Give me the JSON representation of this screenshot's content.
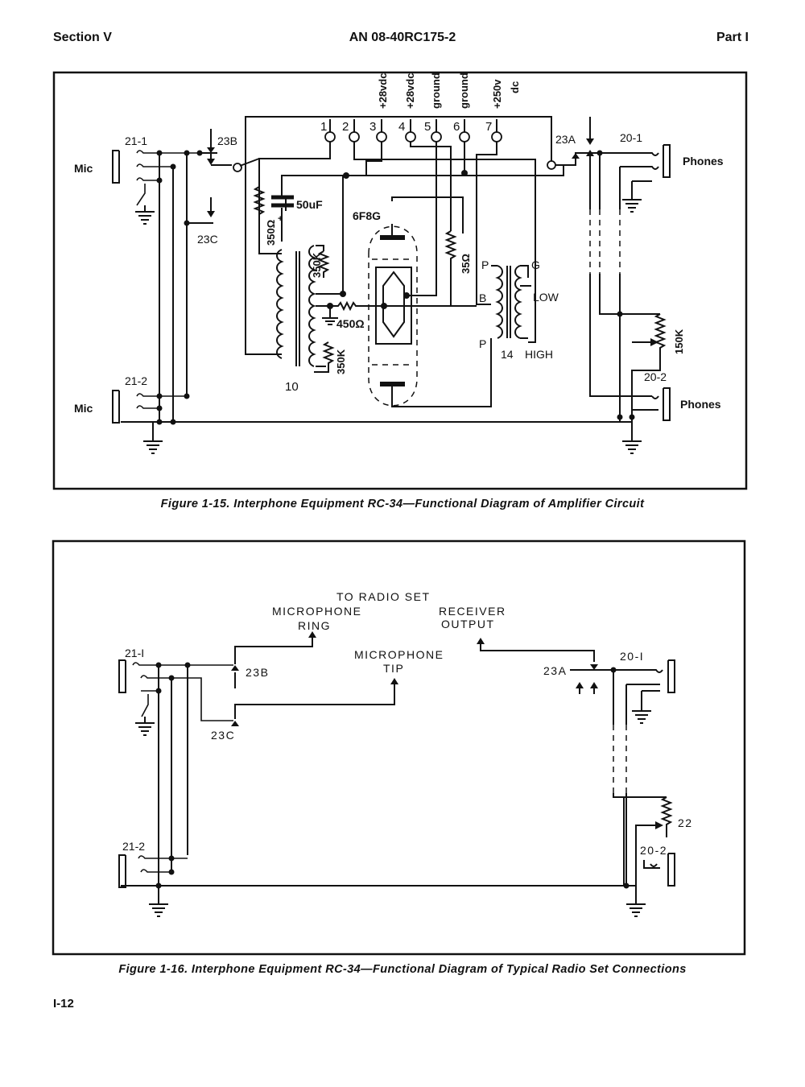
{
  "header": {
    "section": "Section V",
    "doc_number": "AN 08-40RC175-2",
    "part": "Part I"
  },
  "figure1": {
    "caption": "Figure 1-15.  Interphone Equipment RC-34—Functional Diagram of Amplifier Circuit",
    "terminals": [
      "1",
      "2",
      "3",
      "4",
      "5",
      "6",
      "7"
    ],
    "terminal_labels": [
      "+28vdc",
      "+28vdc",
      "ground",
      "ground",
      "+250v",
      "dc"
    ],
    "jacks": {
      "mic_top": "21-1",
      "mic_bottom": "21-2",
      "phones_top": "20-1",
      "phones_bottom": "20-2"
    },
    "side_labels": {
      "mic": "Mic",
      "phones": "Phones"
    },
    "switches": {
      "s23b": "23B",
      "s23c": "23C",
      "s23a": "23A"
    },
    "components": {
      "capacitor": "50uF",
      "r_cathode": "350Ω",
      "tube": "6F8G",
      "r_plate": "35Ω",
      "r_350k_top": "350K",
      "r_350k_bottom": "350K",
      "r_grid": "450Ω",
      "pot": "150K",
      "xfmr_input": "10",
      "xfmr_output": "14",
      "high": "HIGH",
      "low": "LOW"
    },
    "xfmr_taps": {
      "p_top": "P",
      "g": "G",
      "b": "B",
      "p_bottom": "P"
    }
  },
  "figure2": {
    "caption": "Figure 1-16.  Interphone Equipment RC-34—Functional Diagram of Typical Radio Set Connections",
    "labels": {
      "to_radio_set": "TO RADIO SET",
      "mic_ring_1": "MICROPHONE",
      "mic_ring_2": "RING",
      "receiver_1": "RECEIVER",
      "receiver_2": "OUTPUT",
      "mic_tip_1": "MICROPHONE",
      "mic_tip_2": "TIP"
    },
    "jacks": {
      "mic_top": "21-I",
      "mic_bottom": "21-2",
      "phones_top": "20-I",
      "phones_bottom": "20-2"
    },
    "switches": {
      "s23b": "23B",
      "s23c": "23C",
      "s23a": "23A"
    },
    "pot": "22"
  },
  "page_number": "I-12"
}
